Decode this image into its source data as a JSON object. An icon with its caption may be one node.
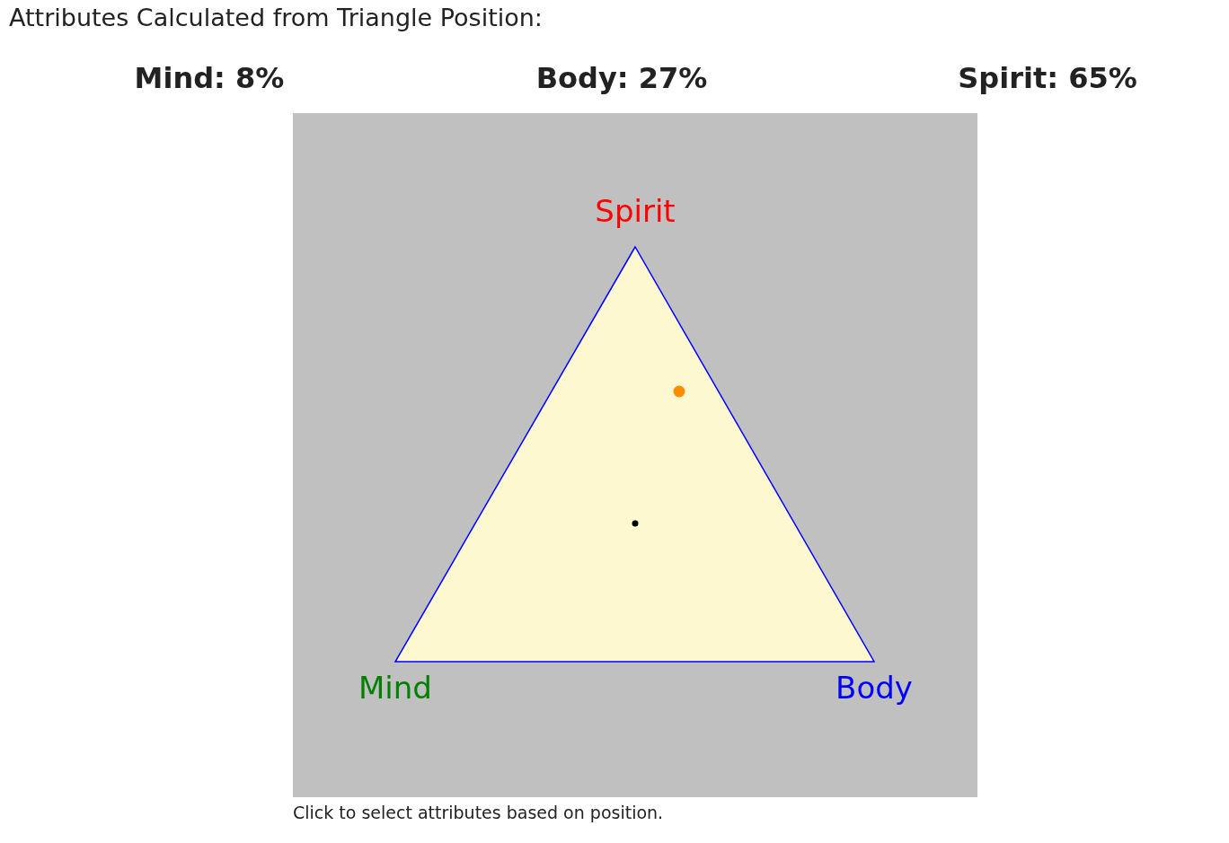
{
  "diagram": {
    "title": "Attributes Calculated from Triangle Position:",
    "caption": "Click to select attributes based on position.",
    "labels": [
      "Mind: 8%",
      "Body: 27%",
      "Spirit: 65%",
      "Spirit",
      "Mind",
      "Body"
    ]
  }
}
